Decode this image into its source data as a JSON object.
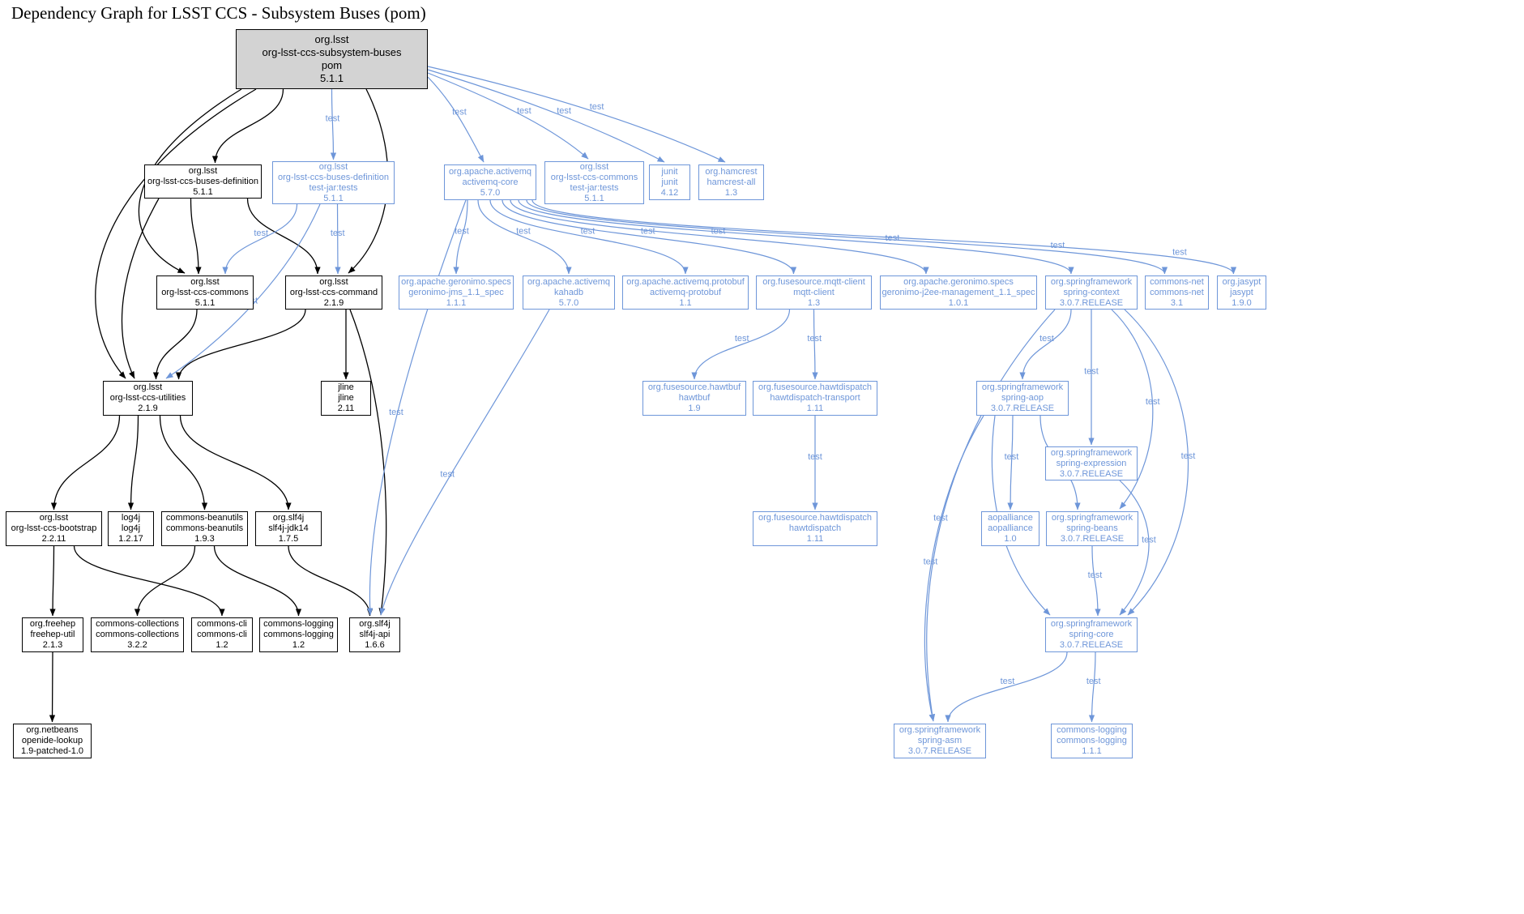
{
  "title": "Dependency Graph for LSST CCS - Subsystem Buses (pom)",
  "edge_label": "test",
  "colors": {
    "test_blue": "#6e96d9",
    "node_border": "#000000",
    "root_fill": "#d3d3d3",
    "background": "#ffffff"
  },
  "nodes": [
    {
      "id": "root",
      "style": "root",
      "lines": [
        "org.lsst",
        "org-lsst-ccs-subsystem-buses",
        "pom",
        "5.1.1"
      ]
    },
    {
      "id": "definition",
      "style": "compile",
      "lines": [
        "org.lsst",
        "org-lsst-ccs-buses-definition",
        "5.1.1"
      ]
    },
    {
      "id": "definition_tests",
      "style": "test",
      "lines": [
        "org.lsst",
        "org-lsst-ccs-buses-definition",
        "test-jar:tests",
        "5.1.1"
      ]
    },
    {
      "id": "activemq_core",
      "style": "test",
      "lines": [
        "org.apache.activemq",
        "activemq-core",
        "5.7.0"
      ]
    },
    {
      "id": "commons_tests",
      "style": "test",
      "lines": [
        "org.lsst",
        "org-lsst-ccs-commons",
        "test-jar:tests",
        "5.1.1"
      ]
    },
    {
      "id": "junit",
      "style": "test",
      "lines": [
        "junit",
        "junit",
        "4.12"
      ]
    },
    {
      "id": "hamcrest",
      "style": "test",
      "lines": [
        "org.hamcrest",
        "hamcrest-all",
        "1.3"
      ]
    },
    {
      "id": "commons",
      "style": "compile",
      "lines": [
        "org.lsst",
        "org-lsst-ccs-commons",
        "5.1.1"
      ]
    },
    {
      "id": "command",
      "style": "compile",
      "lines": [
        "org.lsst",
        "org-lsst-ccs-command",
        "2.1.9"
      ]
    },
    {
      "id": "geronimo_jms",
      "style": "test",
      "lines": [
        "org.apache.geronimo.specs",
        "geronimo-jms_1.1_spec",
        "1.1.1"
      ]
    },
    {
      "id": "kahadb",
      "style": "test",
      "lines": [
        "org.apache.activemq",
        "kahadb",
        "5.7.0"
      ]
    },
    {
      "id": "protobuf",
      "style": "test",
      "lines": [
        "org.apache.activemq.protobuf",
        "activemq-protobuf",
        "1.1"
      ]
    },
    {
      "id": "mqtt",
      "style": "test",
      "lines": [
        "org.fusesource.mqtt-client",
        "mqtt-client",
        "1.3"
      ]
    },
    {
      "id": "geronimo_j2ee",
      "style": "test",
      "lines": [
        "org.apache.geronimo.specs",
        "geronimo-j2ee-management_1.1_spec",
        "1.0.1"
      ]
    },
    {
      "id": "spring_context",
      "style": "test",
      "lines": [
        "org.springframework",
        "spring-context",
        "3.0.7.RELEASE"
      ]
    },
    {
      "id": "commons_net",
      "style": "test",
      "lines": [
        "commons-net",
        "commons-net",
        "3.1"
      ]
    },
    {
      "id": "jasypt",
      "style": "test",
      "lines": [
        "org.jasypt",
        "jasypt",
        "1.9.0"
      ]
    },
    {
      "id": "utilities",
      "style": "compile",
      "lines": [
        "org.lsst",
        "org-lsst-ccs-utilities",
        "2.1.9"
      ]
    },
    {
      "id": "jline",
      "style": "compile",
      "lines": [
        "jline",
        "jline",
        "2.11"
      ]
    },
    {
      "id": "hawtbuf",
      "style": "test",
      "lines": [
        "org.fusesource.hawtbuf",
        "hawtbuf",
        "1.9"
      ]
    },
    {
      "id": "hawt_transport",
      "style": "test",
      "lines": [
        "org.fusesource.hawtdispatch",
        "hawtdispatch-transport",
        "1.11"
      ]
    },
    {
      "id": "spring_aop",
      "style": "test",
      "lines": [
        "org.springframework",
        "spring-aop",
        "3.0.7.RELEASE"
      ]
    },
    {
      "id": "spring_expression",
      "style": "test",
      "lines": [
        "org.springframework",
        "spring-expression",
        "3.0.7.RELEASE"
      ]
    },
    {
      "id": "bootstrap",
      "style": "compile",
      "lines": [
        "org.lsst",
        "org-lsst-ccs-bootstrap",
        "2.2.11"
      ]
    },
    {
      "id": "log4j",
      "style": "compile",
      "lines": [
        "log4j",
        "log4j",
        "1.2.17"
      ]
    },
    {
      "id": "beanutils",
      "style": "compile",
      "lines": [
        "commons-beanutils",
        "commons-beanutils",
        "1.9.3"
      ]
    },
    {
      "id": "slf4j_jdk14",
      "style": "compile",
      "lines": [
        "org.slf4j",
        "slf4j-jdk14",
        "1.7.5"
      ]
    },
    {
      "id": "hawtdispatch",
      "style": "test",
      "lines": [
        "org.fusesource.hawtdispatch",
        "hawtdispatch",
        "1.11"
      ]
    },
    {
      "id": "aopalliance",
      "style": "test",
      "lines": [
        "aopalliance",
        "aopalliance",
        "1.0"
      ]
    },
    {
      "id": "spring_beans",
      "style": "test",
      "lines": [
        "org.springframework",
        "spring-beans",
        "3.0.7.RELEASE"
      ]
    },
    {
      "id": "freehep",
      "style": "compile",
      "lines": [
        "org.freehep",
        "freehep-util",
        "2.1.3"
      ]
    },
    {
      "id": "commons_collections",
      "style": "compile",
      "lines": [
        "commons-collections",
        "commons-collections",
        "3.2.2"
      ]
    },
    {
      "id": "commons_cli",
      "style": "compile",
      "lines": [
        "commons-cli",
        "commons-cli",
        "1.2"
      ]
    },
    {
      "id": "commons_logging",
      "style": "compile",
      "lines": [
        "commons-logging",
        "commons-logging",
        "1.2"
      ]
    },
    {
      "id": "slf4j_api",
      "style": "compile",
      "lines": [
        "org.slf4j",
        "slf4j-api",
        "1.6.6"
      ]
    },
    {
      "id": "spring_core",
      "style": "test",
      "lines": [
        "org.springframework",
        "spring-core",
        "3.0.7.RELEASE"
      ]
    },
    {
      "id": "openide",
      "style": "compile",
      "lines": [
        "org.netbeans",
        "openide-lookup",
        "1.9-patched-1.0"
      ]
    },
    {
      "id": "spring_asm",
      "style": "test",
      "lines": [
        "org.springframework",
        "spring-asm",
        "3.0.7.RELEASE"
      ]
    },
    {
      "id": "commons_logging_111",
      "style": "test",
      "lines": [
        "commons-logging",
        "commons-logging",
        "1.1.1"
      ]
    }
  ],
  "edges": [
    {
      "from": "root",
      "to": "definition",
      "kind": "compile"
    },
    {
      "from": "root",
      "to": "commons",
      "kind": "compile"
    },
    {
      "from": "root",
      "to": "command",
      "kind": "compile"
    },
    {
      "from": "root",
      "to": "utilities",
      "kind": "compile"
    },
    {
      "from": "definition",
      "to": "commons",
      "kind": "compile"
    },
    {
      "from": "definition",
      "to": "command",
      "kind": "compile"
    },
    {
      "from": "definition",
      "to": "utilities",
      "kind": "compile"
    },
    {
      "from": "commons",
      "to": "utilities",
      "kind": "compile"
    },
    {
      "from": "command",
      "to": "utilities",
      "kind": "compile"
    },
    {
      "from": "command",
      "to": "jline",
      "kind": "compile"
    },
    {
      "from": "command",
      "to": "slf4j_api",
      "kind": "compile"
    },
    {
      "from": "utilities",
      "to": "bootstrap",
      "kind": "compile"
    },
    {
      "from": "utilities",
      "to": "log4j",
      "kind": "compile"
    },
    {
      "from": "utilities",
      "to": "beanutils",
      "kind": "compile"
    },
    {
      "from": "utilities",
      "to": "slf4j_jdk14",
      "kind": "compile"
    },
    {
      "from": "bootstrap",
      "to": "freehep",
      "kind": "compile"
    },
    {
      "from": "bootstrap",
      "to": "commons_cli",
      "kind": "compile"
    },
    {
      "from": "beanutils",
      "to": "commons_collections",
      "kind": "compile"
    },
    {
      "from": "beanutils",
      "to": "commons_logging",
      "kind": "compile"
    },
    {
      "from": "slf4j_jdk14",
      "to": "slf4j_api",
      "kind": "compile"
    },
    {
      "from": "freehep",
      "to": "openide",
      "kind": "compile"
    },
    {
      "from": "root",
      "to": "definition_tests",
      "kind": "test"
    },
    {
      "from": "root",
      "to": "activemq_core",
      "kind": "test"
    },
    {
      "from": "root",
      "to": "commons_tests",
      "kind": "test"
    },
    {
      "from": "root",
      "to": "junit",
      "kind": "test"
    },
    {
      "from": "root",
      "to": "hamcrest",
      "kind": "test"
    },
    {
      "from": "definition_tests",
      "to": "commons",
      "kind": "test"
    },
    {
      "from": "definition_tests",
      "to": "command",
      "kind": "test"
    },
    {
      "from": "definition_tests",
      "to": "utilities",
      "kind": "test"
    },
    {
      "from": "activemq_core",
      "to": "geronimo_jms",
      "kind": "test"
    },
    {
      "from": "activemq_core",
      "to": "kahadb",
      "kind": "test"
    },
    {
      "from": "activemq_core",
      "to": "protobuf",
      "kind": "test"
    },
    {
      "from": "activemq_core",
      "to": "mqtt",
      "kind": "test"
    },
    {
      "from": "activemq_core",
      "to": "geronimo_j2ee",
      "kind": "test"
    },
    {
      "from": "activemq_core",
      "to": "spring_context",
      "kind": "test"
    },
    {
      "from": "activemq_core",
      "to": "commons_net",
      "kind": "test"
    },
    {
      "from": "activemq_core",
      "to": "jasypt",
      "kind": "test"
    },
    {
      "from": "activemq_core",
      "to": "slf4j_api",
      "kind": "test"
    },
    {
      "from": "kahadb",
      "to": "slf4j_api",
      "kind": "test"
    },
    {
      "from": "mqtt",
      "to": "hawtbuf",
      "kind": "test"
    },
    {
      "from": "mqtt",
      "to": "hawt_transport",
      "kind": "test"
    },
    {
      "from": "hawt_transport",
      "to": "hawtdispatch",
      "kind": "test"
    },
    {
      "from": "spring_context",
      "to": "spring_aop",
      "kind": "test"
    },
    {
      "from": "spring_context",
      "to": "spring_expression",
      "kind": "test"
    },
    {
      "from": "spring_context",
      "to": "spring_beans",
      "kind": "test"
    },
    {
      "from": "spring_context",
      "to": "spring_core",
      "kind": "test"
    },
    {
      "from": "spring_context",
      "to": "spring_asm",
      "kind": "test"
    },
    {
      "from": "spring_aop",
      "to": "aopalliance",
      "kind": "test"
    },
    {
      "from": "spring_aop",
      "to": "spring_beans",
      "kind": "test"
    },
    {
      "from": "spring_aop",
      "to": "spring_core",
      "kind": "test"
    },
    {
      "from": "spring_aop",
      "to": "spring_asm",
      "kind": "test"
    },
    {
      "from": "spring_expression",
      "to": "spring_core",
      "kind": "test"
    },
    {
      "from": "spring_beans",
      "to": "spring_core",
      "kind": "test"
    },
    {
      "from": "spring_core",
      "to": "spring_asm",
      "kind": "test"
    },
    {
      "from": "spring_core",
      "to": "commons_logging_111",
      "kind": "test"
    }
  ]
}
